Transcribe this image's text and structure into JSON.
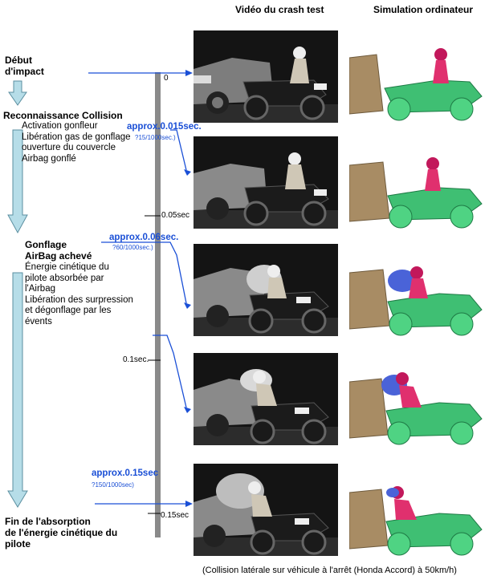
{
  "headers": {
    "video": "Vidéo du crash test",
    "sim": "Simulation ordinateur"
  },
  "stages": {
    "impact": "Début\nd'impact",
    "recognition": "Reconnaissance Collision",
    "recognition_steps": "Activation gonfleur\nLibération gas de gonflage\nouverture du couvercle\nAirbag gonflé",
    "inflation": "Gonflage\nAirBag achevé",
    "inflation_steps": "Énergie cinétique du\npilote absorbée par\nl'Airbag\nLibération des surpression\net dégonflage par les\névents",
    "end": "Fin de l'absorption\nde l'énergie cinétique du\npilote"
  },
  "timings": [
    {
      "label": "approx.0.015sec.",
      "detail": "?15/1000sec.)"
    },
    {
      "label": "approx.0.06sec.",
      "detail": "?60/1000sec.)"
    },
    {
      "label": "approx.0.15sec",
      "detail": "?150/1000sec)"
    }
  ],
  "ticks": [
    "0",
    "0.05sec",
    "0.1sec.",
    "0.15sec"
  ],
  "caption": "(Collision latérale sur véhicule à l'arrêt (Honda Accord) à 50km/h)",
  "colors": {
    "accent": "#1a4fd6",
    "arrow_fill": "#b6dde8",
    "airbag": "#4a63d8",
    "bike_green": "#3fbf73"
  }
}
